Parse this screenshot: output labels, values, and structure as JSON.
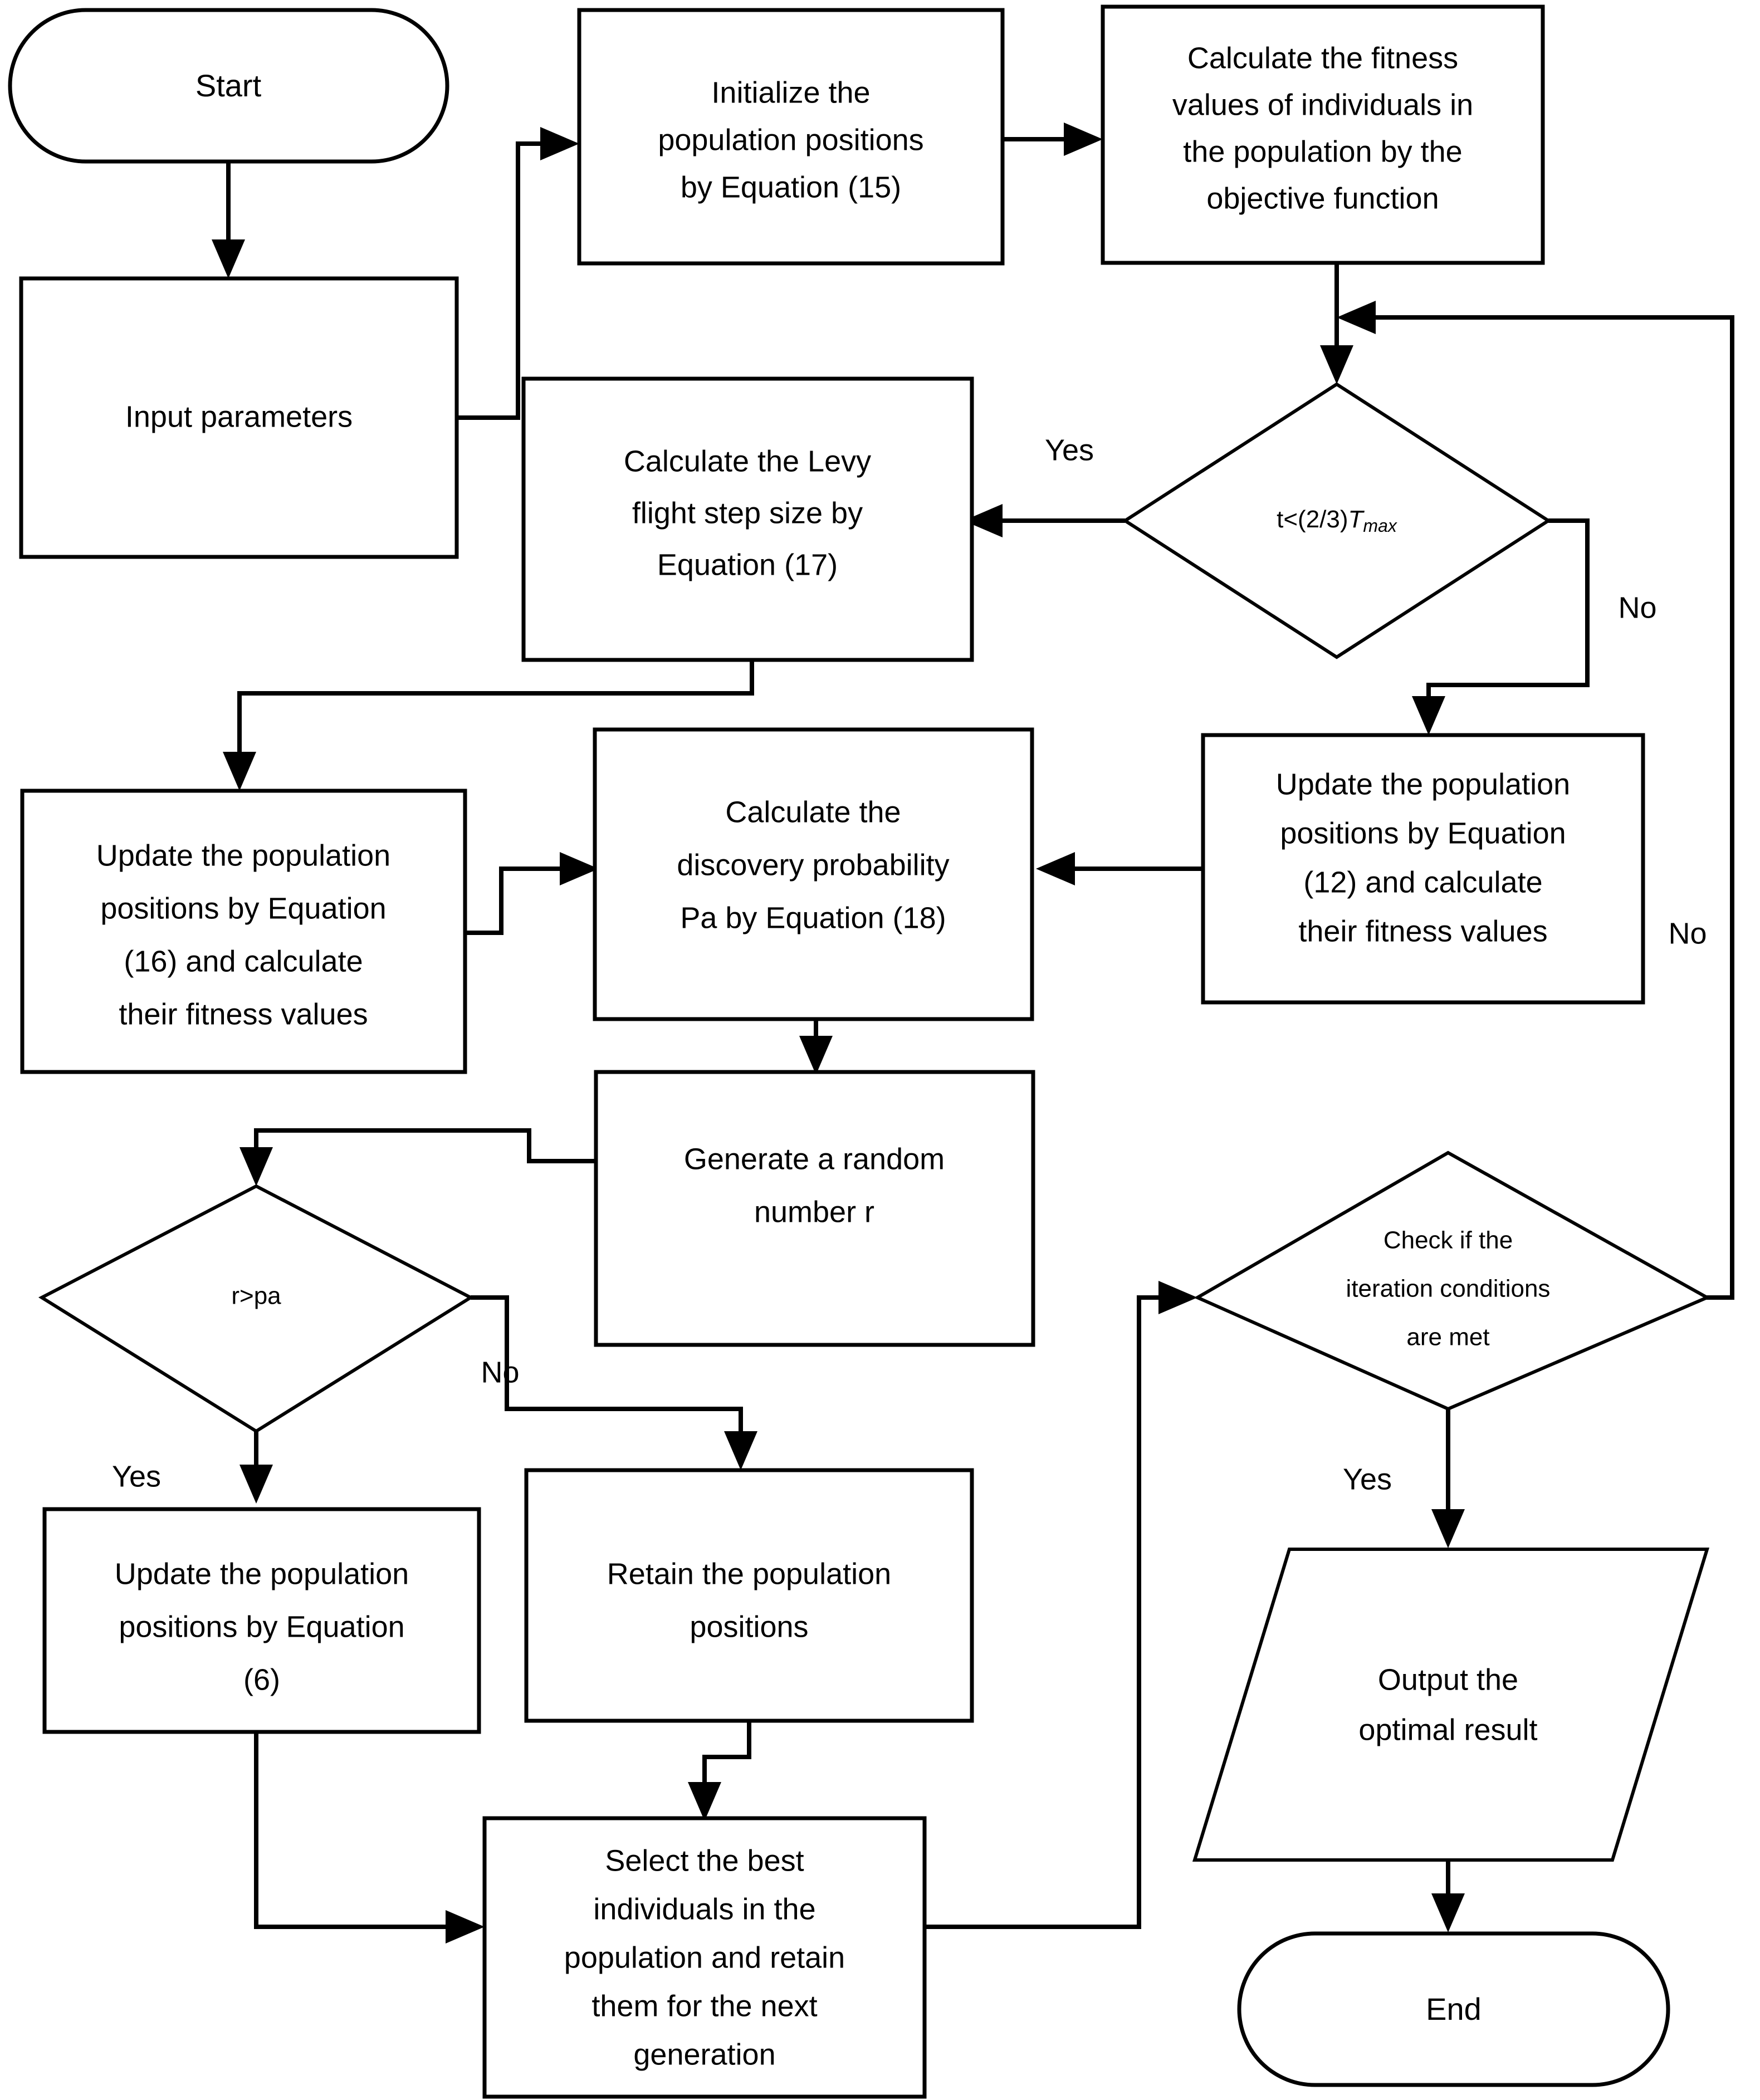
{
  "diagram": {
    "type": "flowchart",
    "title": "Improved Cuckoo Search optimization algorithm flowchart",
    "orientation": "top-to-bottom",
    "background_color": "#ffffff",
    "line_color": "#000000",
    "text_color": "#000000"
  },
  "nodes": {
    "start": {
      "id": "start",
      "shape": "terminator",
      "label": "Start"
    },
    "input_parameters": {
      "id": "input_parameters",
      "shape": "process",
      "label": "Input parameters"
    },
    "initialize_population": {
      "id": "initialize_population",
      "shape": "process",
      "line1": "Initialize the",
      "line2": "population positions",
      "line3": "by Equation (15)"
    },
    "calc_fitness": {
      "id": "calc_fitness",
      "shape": "process",
      "line1": "Calculate the fitness",
      "line2": "values of individuals in",
      "line3": "the population by the",
      "line4": "objective function"
    },
    "decision_t": {
      "id": "decision_t",
      "shape": "decision",
      "label_prefix": "t<(2/3)",
      "label_var": "T",
      "label_sub": "max"
    },
    "levy_flight": {
      "id": "levy_flight",
      "shape": "process",
      "line1": "Calculate the Levy",
      "line2": "flight step size by",
      "line3": "Equation (17)"
    },
    "update_eq12": {
      "id": "update_eq12",
      "shape": "process",
      "line1": "Update the population",
      "line2": "positions by Equation",
      "line3": "(12) and calculate",
      "line4": "their fitness values"
    },
    "update_eq16": {
      "id": "update_eq16",
      "shape": "process",
      "line1": "Update the population",
      "line2": "positions by Equation",
      "line3": "(16) and calculate",
      "line4": "their fitness values"
    },
    "discovery_prob": {
      "id": "discovery_prob",
      "shape": "process",
      "line1": "Calculate the",
      "line2": "discovery probability",
      "line3": "Pa by Equation (18)"
    },
    "random_number": {
      "id": "random_number",
      "shape": "process",
      "line1": "Generate a random",
      "line2": "number r"
    },
    "decision_r": {
      "id": "decision_r",
      "shape": "decision",
      "label": "r>pa"
    },
    "update_eq6": {
      "id": "update_eq6",
      "shape": "process",
      "line1": "Update the population",
      "line2": "positions by Equation",
      "line3": "(6)"
    },
    "retain_positions": {
      "id": "retain_positions",
      "shape": "process",
      "line1": "Retain the population",
      "line2": "positions"
    },
    "select_best": {
      "id": "select_best",
      "shape": "process",
      "line1": "Select the best",
      "line2": "individuals in the",
      "line3": "population and retain",
      "line4": "them for the next",
      "line5": "generation"
    },
    "decision_iter": {
      "id": "decision_iter",
      "shape": "decision",
      "line1": "Check if the",
      "line2": "iteration conditions",
      "line3": "are met"
    },
    "output_result": {
      "id": "output_result",
      "shape": "parallelogram",
      "line1": "Output the",
      "line2": "optimal result"
    },
    "end": {
      "id": "end",
      "shape": "terminator",
      "label": "End"
    }
  },
  "edge_labels": {
    "yes_t": "Yes",
    "no_t": "No",
    "no_iter": "No",
    "no_r": "No",
    "yes_r": "Yes",
    "yes_iter": "Yes"
  }
}
